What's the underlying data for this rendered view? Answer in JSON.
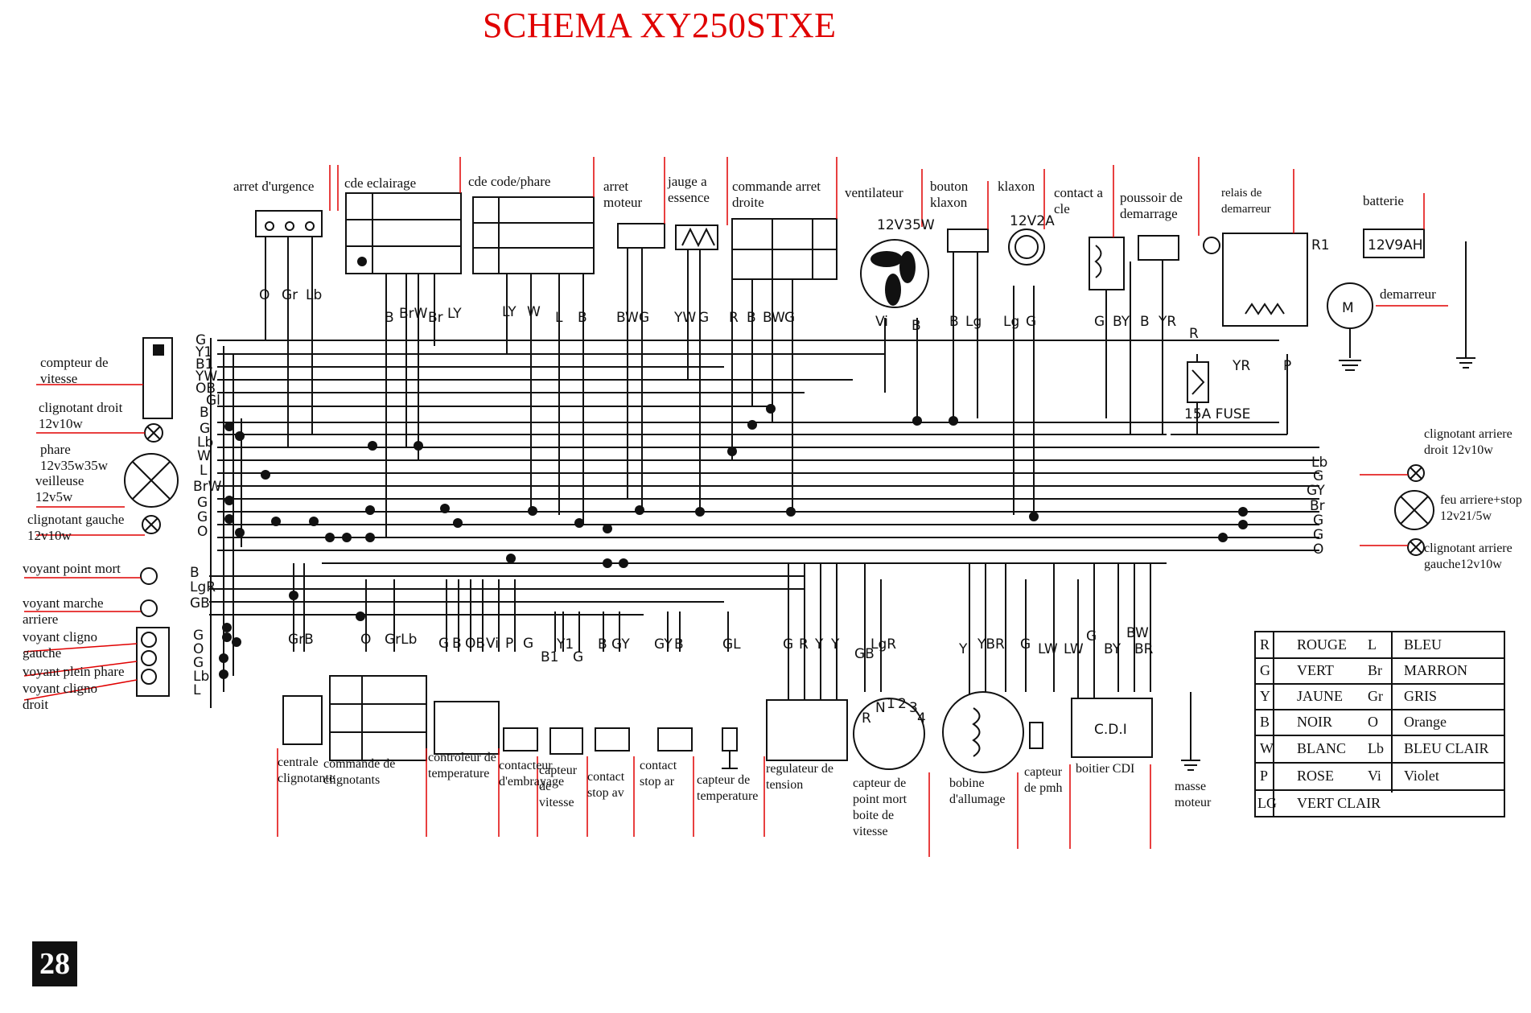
{
  "title": "SCHEMA XY250STXE",
  "page_number": "28",
  "colors": {
    "title": "#e00000",
    "leader_lines": "#e00000",
    "wiring": "#111111"
  },
  "components": {
    "arret_urgence": "arret d'urgence",
    "cde_eclairage": "cde eclairage",
    "cde_code_phare": "cde code/phare",
    "arret_moteur": "arret moteur",
    "jauge_essence": "jauge a essence",
    "commande_arret_droite": "commande arret droite",
    "ventilateur": "ventilateur",
    "bouton_klaxon": "bouton klaxon",
    "klaxon": "klaxon",
    "contact_cle": "contact a cle",
    "poussoir_demarrage": "poussoir de demarrage",
    "relais_demarreur": "relais de demarreur",
    "batterie": "batterie",
    "demarreur": "demarreur",
    "compteur_vitesse": "compteur de vitesse",
    "clignotant_droit": "clignotant droit 12v10w",
    "phare": "phare 12v35w35w",
    "veilleuse": "veilleuse 12v5w",
    "clignotant_gauche": "clignotant gauche 12v10w",
    "voyant_point_mort": "voyant point mort",
    "voyant_marche_arriere": "voyant marche arriere",
    "voyant_cligno_gauche": "voyant cligno gauche",
    "voyant_plein_phare": "voyant plein phare",
    "voyant_cligno_droit": "voyant cligno droit",
    "clignotant_arriere_droit": "clignotant arriere droit 12v10w",
    "feu_arriere_stop": "feu arriere+stop 12v21/5w",
    "clignotant_arriere_gauche": "clignotant arriere gauche12v10w",
    "centrale_clignotante": "centrale clignotante",
    "commande_clignotants": "commande de clignotants",
    "controleur_temperature": "controleur de temperature",
    "contact_embrayage": "contacteur d'embrayage",
    "capteur_vitesse": "capteur de vitesse",
    "contact_stop_av": "contact stop av",
    "contact_stop_ar": "contact stop ar",
    "capteur_temperature": "capteur de temperature",
    "regulateur_tension": "regulateur de tension",
    "capteur_point_mort": "capteur de point mort boite de vitesse",
    "bobine_allumage": "bobine d'allumage",
    "capteur_pmh": "capteur de pmh",
    "boitier_cdi": "boitier CDI",
    "masse_moteur": "masse moteur"
  },
  "component_ratings": {
    "ventilateur": "12V35W",
    "klaxon": "12V2A",
    "batterie": "12V9AH",
    "fuse": "15A FUSE",
    "cdi": "C.D.I",
    "demarreur": "M",
    "relay_r1": "R1"
  },
  "wire_codes": {
    "arret_urgence": [
      "O",
      "Gr",
      "Lb"
    ],
    "cde_eclairage": [
      "B",
      "BrW",
      "Br",
      "LY"
    ],
    "cde_code_phare": [
      "LY",
      "W",
      "L",
      "B"
    ],
    "arret_moteur": [
      "BW",
      "G"
    ],
    "jauge_essence": [
      "YW",
      "G"
    ],
    "commande_arret_droite": [
      "R",
      "B",
      "BW",
      "G"
    ],
    "ventilateur": [
      "Vi",
      "B"
    ],
    "bouton_klaxon": [
      "B",
      "Lg"
    ],
    "klaxon": [
      "Lg",
      "G"
    ],
    "contact_cle": [
      "G",
      "BY"
    ],
    "poussoir_demarrage": [
      "B",
      "YR"
    ],
    "relais": [
      "R",
      "YR",
      "P"
    ],
    "compteur_left": [
      "G",
      "Y1",
      "B1",
      "YW",
      "OB",
      "Gl",
      "B"
    ],
    "left_harness": [
      "G",
      "Lb",
      "W",
      "L",
      "BrW",
      "G",
      "G",
      "O"
    ],
    "voyants_left": [
      "B",
      "LgR",
      "GB",
      "G",
      "O",
      "G",
      "Lb",
      "L"
    ],
    "rear_right": [
      "Lb",
      "G",
      "GY",
      "Br",
      "G",
      "G",
      "O"
    ],
    "centrale": [
      "GrB"
    ],
    "commande_clignotants": [
      "O",
      "GrLb"
    ],
    "controleur_temp": [
      "G",
      "B",
      "OB",
      "Vi",
      "P",
      "G"
    ],
    "capteur_vitesse": [
      "B1",
      "Y1",
      "G"
    ],
    "contact_stop_av": [
      "B",
      "GY"
    ],
    "contact_stop_ar": [
      "GY",
      "B"
    ],
    "capteur_temp": [
      "GL"
    ],
    "regulateur": [
      "G",
      "R",
      "Y",
      "Y"
    ],
    "point_mort": [
      "GB",
      "LgR"
    ],
    "bobine": [
      "Y",
      "YBR"
    ],
    "pmh": [
      "G",
      "LW"
    ],
    "cdi": [
      "LW",
      "G",
      "BY",
      "BW",
      "BR"
    ]
  },
  "neutral_sensor_positions": [
    "R",
    "N",
    "1",
    "2",
    "3",
    "4"
  ],
  "legend": [
    {
      "code": "R",
      "name": "ROUGE",
      "code2": "L",
      "name2": "BLEU"
    },
    {
      "code": "G",
      "name": "VERT",
      "code2": "Br",
      "name2": "MARRON"
    },
    {
      "code": "Y",
      "name": "JAUNE",
      "code2": "Gr",
      "name2": "GRIS"
    },
    {
      "code": "B",
      "name": "NOIR",
      "code2": "O",
      "name2": "Orange"
    },
    {
      "code": "W",
      "name": "BLANC",
      "code2": "Lb",
      "name2": "BLEU CLAIR"
    },
    {
      "code": "P",
      "name": "ROSE",
      "code2": "Vi",
      "name2": "Violet"
    },
    {
      "code": "LG",
      "name": "VERT CLAIR",
      "code2": "",
      "name2": ""
    }
  ]
}
